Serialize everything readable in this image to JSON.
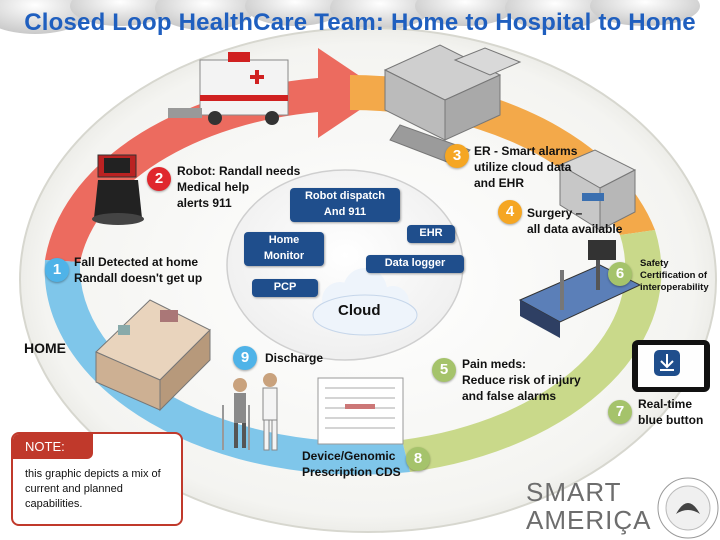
{
  "title": "Closed Loop HealthCare Team: Home to Hospital to Home",
  "home_label": "HOME",
  "steps": [
    {
      "num": "1",
      "text": "Fall Detected at home\nRandall doesn't get up",
      "color": "#4fb3e8"
    },
    {
      "num": "2",
      "text": "Robot: Randall needs\nMedical help\nalerts 911",
      "color": "#e0282e"
    },
    {
      "num": "3",
      "text": "ER - Smart alarms\nutilize cloud data\nand EHR",
      "color": "#f5a623"
    },
    {
      "num": "4",
      "text": "Surgery –\nall data available",
      "color": "#f5a623"
    },
    {
      "num": "5",
      "text": "Pain meds:\n Reduce risk of injury\nand false alarms",
      "color": "#a5c36b"
    },
    {
      "num": "6",
      "text": "Safety\nCertification of\ninteroperability",
      "color": "#a5c36b"
    },
    {
      "num": "7",
      "text": "Real-time\nblue button",
      "color": "#a5c36b"
    },
    {
      "num": "8",
      "text": "Device/Genomic\nPrescription CDS",
      "color": "#a5c36b"
    },
    {
      "num": "9",
      "text": "Discharge",
      "color": "#4fb3e8"
    }
  ],
  "cloud": {
    "label": "Cloud",
    "boxes": [
      "Robot dispatch\nAnd 911",
      "Home\nMonitor",
      "EHR",
      "Data logger",
      "PCP"
    ]
  },
  "note": {
    "heading": "NOTE:",
    "body": "this graphic depicts a mix of current and planned capabilities."
  },
  "brand": "SMART\nAMERIÇA",
  "colors": {
    "title": "#1f5fbf",
    "arc_red": "#ec6b5f",
    "arc_orange": "#f3a94a",
    "arc_green": "#c9d98a",
    "arc_blue": "#7fc6ea",
    "box": "#1f4e8c",
    "note": "#c0392b"
  }
}
